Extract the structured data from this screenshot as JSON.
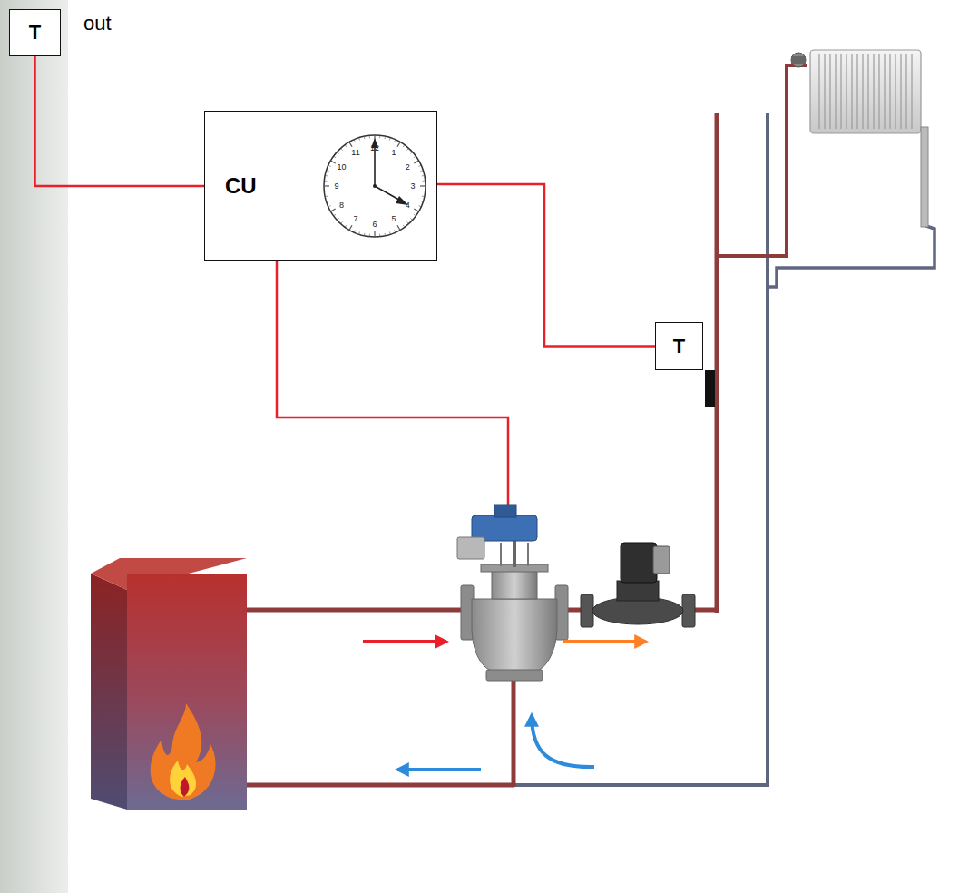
{
  "diagram": {
    "nodes": [
      {
        "text": [
          "T",
          "out"
        ]
      },
      {
        "text": [
          "CU"
        ]
      },
      {
        "text": [
          "T"
        ]
      }
    ],
    "edges": [
      {
        "from": 0,
        "to": 1,
        "arrow": "none"
      },
      {
        "from": 1,
        "to": 2,
        "arrow": "none"
      }
    ],
    "labels": [
      "12",
      "1",
      "2",
      "3",
      "4",
      "5",
      "6",
      "7",
      "8",
      "9",
      "10",
      "11"
    ]
  }
}
